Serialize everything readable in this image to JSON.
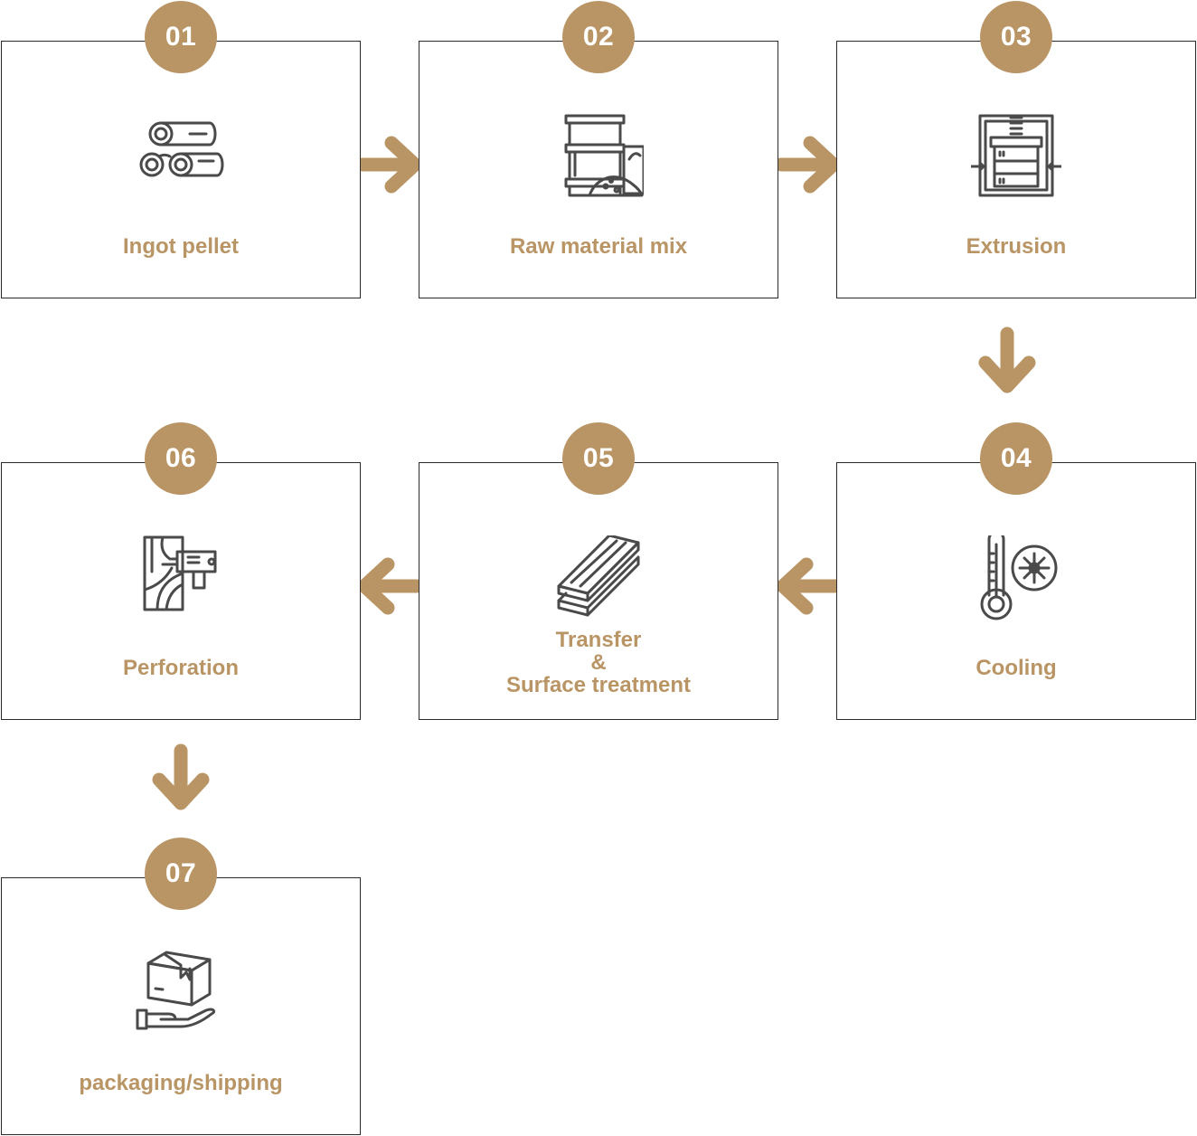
{
  "colors": {
    "accent": "#b99565",
    "border": "#2b2b2b",
    "icon": "#4a4a4a"
  },
  "steps": [
    {
      "number": "01",
      "label": "Ingot pellet",
      "icon": "logs-icon"
    },
    {
      "number": "02",
      "label": "Raw material mix",
      "icon": "barrels-mix-icon"
    },
    {
      "number": "03",
      "label": "Extrusion",
      "icon": "press-machine-icon"
    },
    {
      "number": "04",
      "label": "Cooling",
      "icon": "thermometer-snowflake-icon"
    },
    {
      "number": "05",
      "label_lines": [
        "Transfer",
        "&",
        "Surface treatment"
      ],
      "icon": "wood-planks-icon"
    },
    {
      "number": "06",
      "label": "Perforation",
      "icon": "drill-icon"
    },
    {
      "number": "07",
      "label": "packaging/shipping",
      "icon": "box-hand-icon"
    }
  ],
  "connectors": [
    {
      "from": "01",
      "to": "02",
      "direction": "right"
    },
    {
      "from": "02",
      "to": "03",
      "direction": "right"
    },
    {
      "from": "03",
      "to": "04",
      "direction": "down"
    },
    {
      "from": "04",
      "to": "05",
      "direction": "left"
    },
    {
      "from": "05",
      "to": "06",
      "direction": "left"
    },
    {
      "from": "06",
      "to": "07",
      "direction": "down"
    }
  ]
}
